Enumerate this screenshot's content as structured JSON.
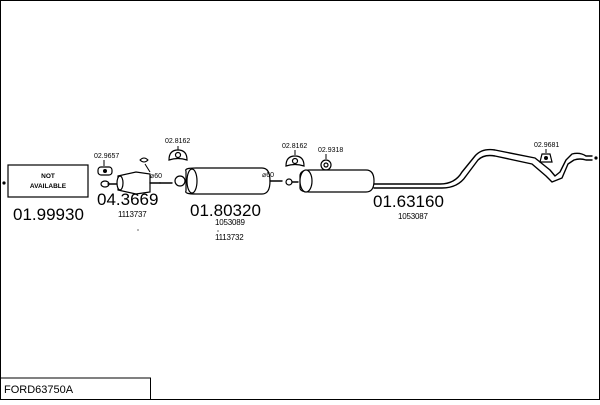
{
  "diagram": {
    "title": "FORD63750A",
    "not_available_line1": "NOT",
    "not_available_line2": "AVAILABLE",
    "parts": [
      {
        "part_no": "01.99930"
      },
      {
        "part_no": "04.3669",
        "oem": [
          "1113737"
        ]
      },
      {
        "part_no": "01.80320",
        "oem": [
          "1053089",
          "1113732"
        ]
      },
      {
        "part_no": "01.63160",
        "oem": [
          "1053087"
        ]
      }
    ],
    "accessories": [
      "02.9657",
      "02.8162",
      "02.8162",
      "02.9318",
      "02.9681"
    ],
    "diameters": [
      "⌀60",
      "⌀60"
    ]
  }
}
